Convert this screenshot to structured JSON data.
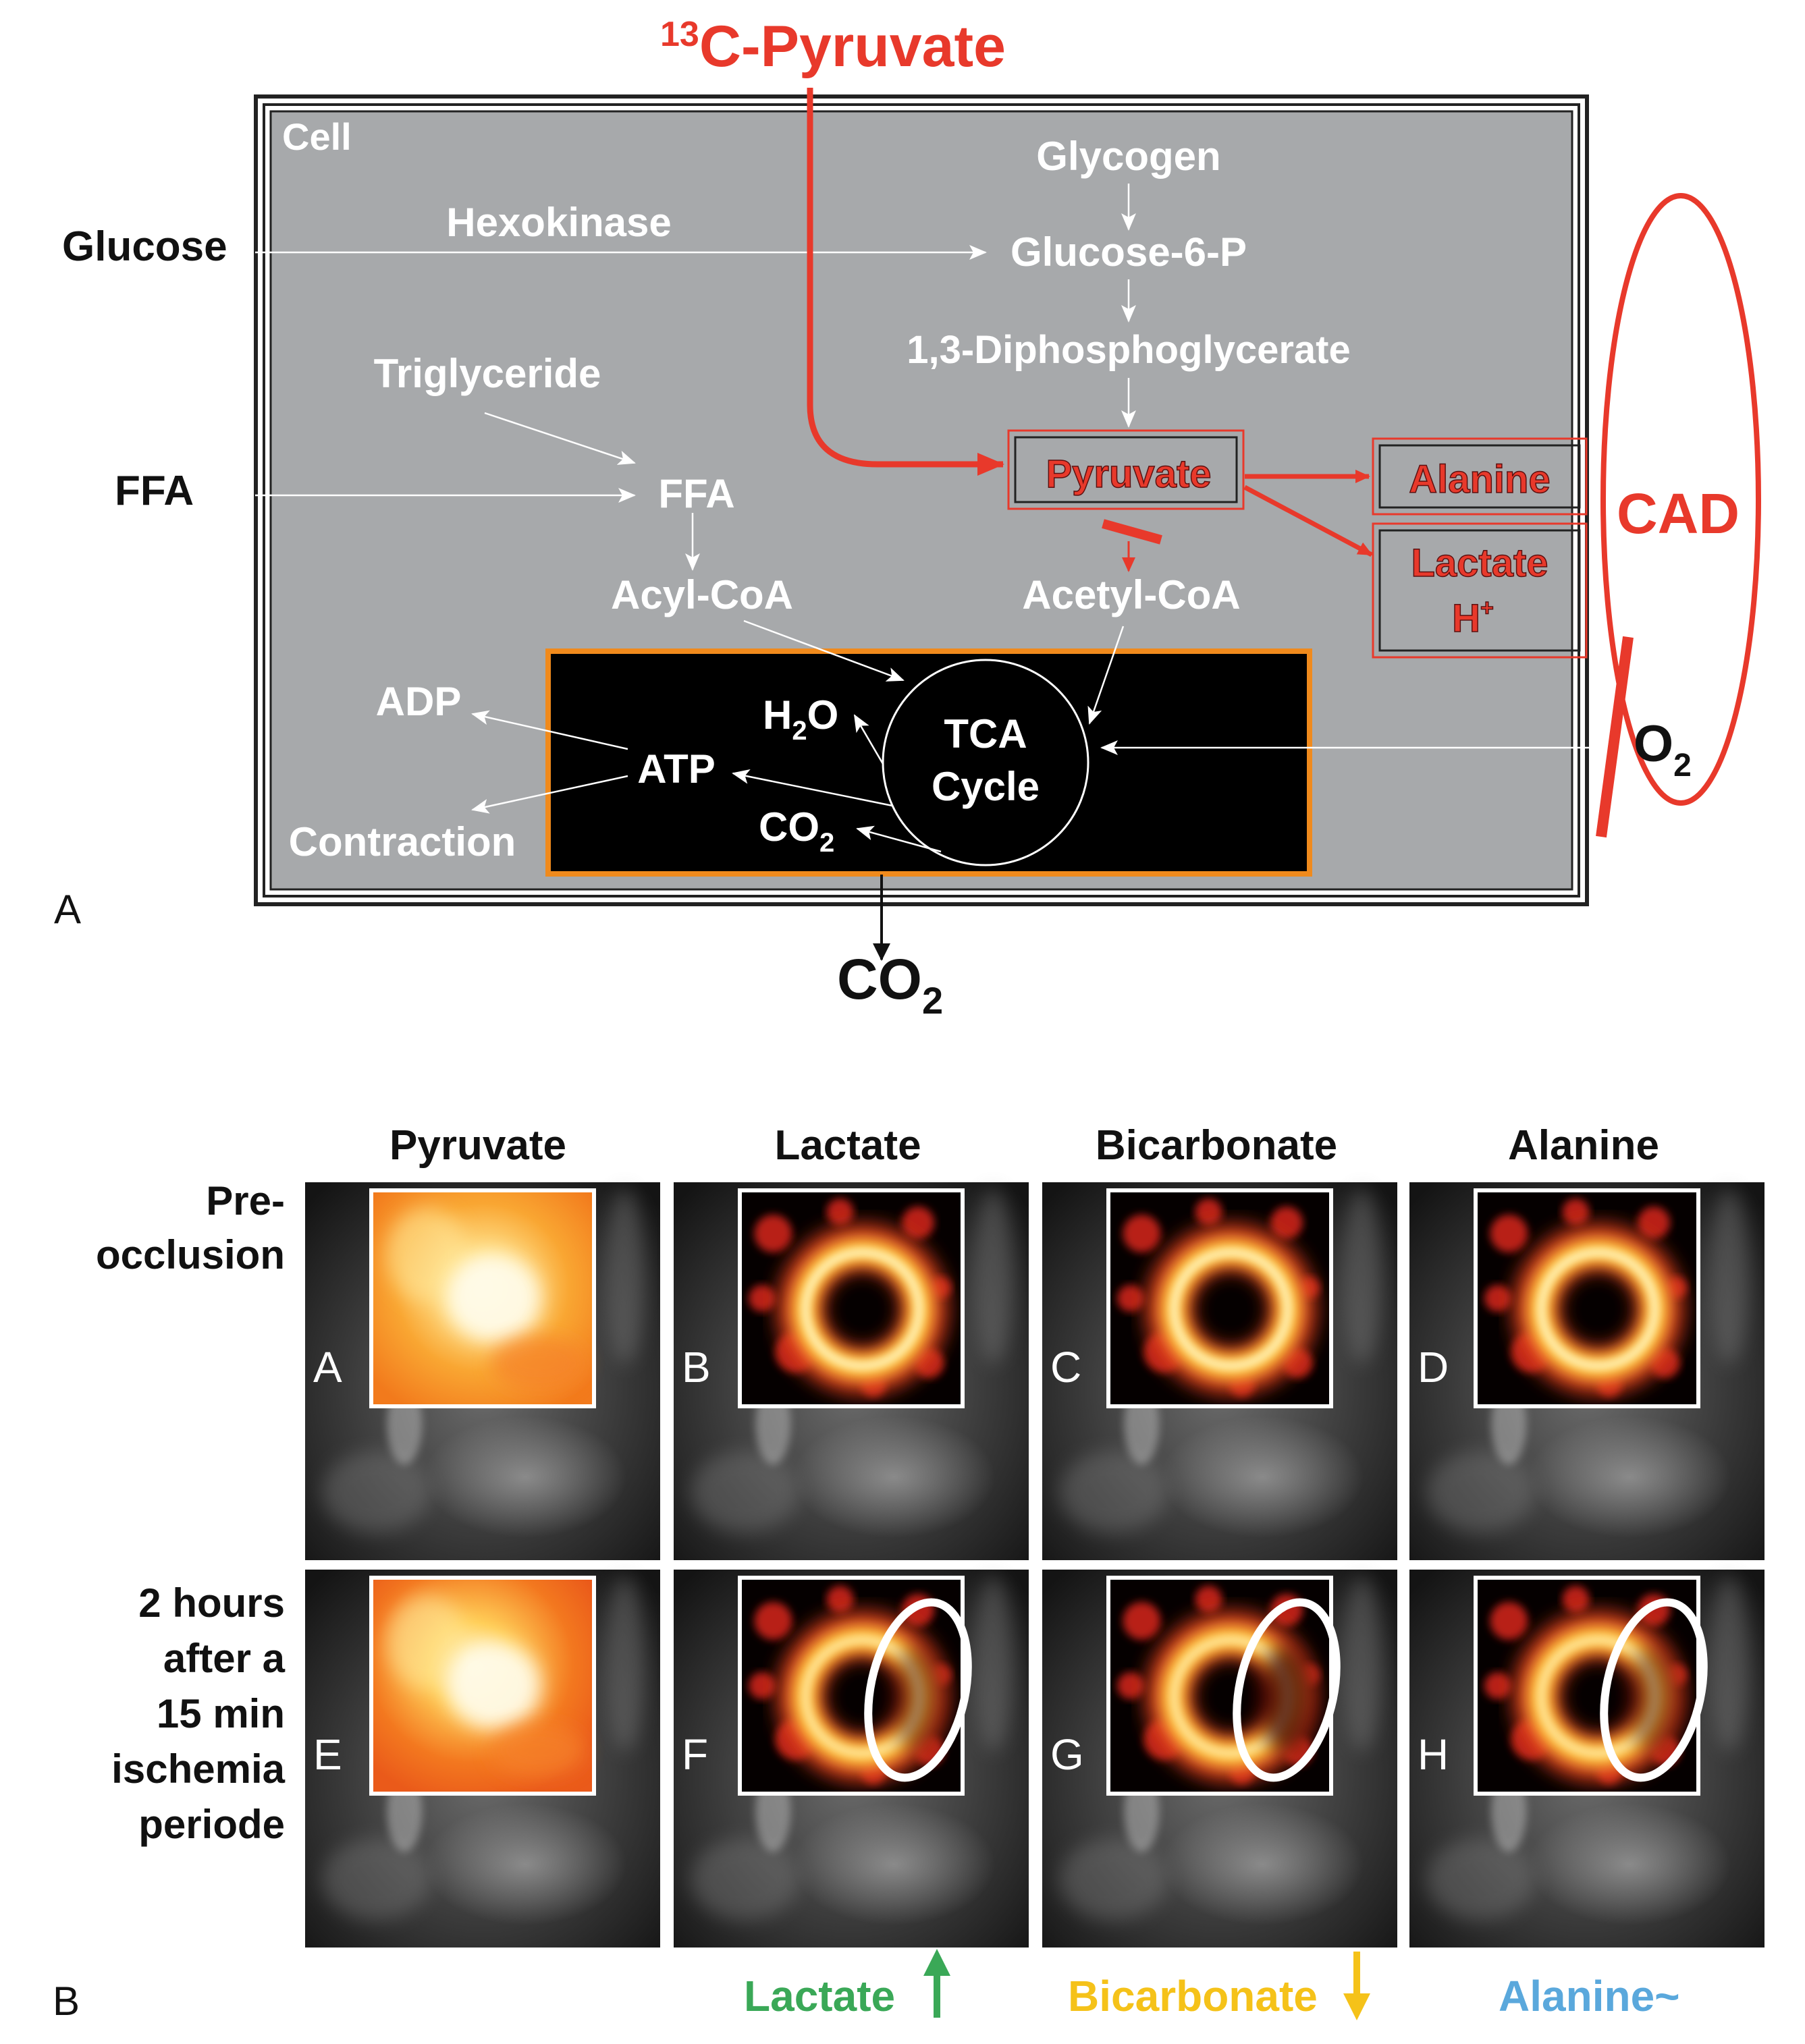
{
  "part_a": {
    "panel_letter": "A",
    "inlet": {
      "superscript": "13",
      "label": "C-Pyruvate"
    },
    "cell_label": "Cell",
    "glucose": "Glucose",
    "hexokinase": "Hexokinase",
    "ffa_outside": "FFA",
    "triglyceride": "Triglyceride",
    "ffa_inside": "FFA",
    "acyl_coa": "Acyl-CoA",
    "glycogen": "Glycogen",
    "glucose_6_p": "Glucose-6-P",
    "diphosphoglycerate": "1,3-Diphosphoglycerate",
    "pyruvate": "Pyruvate",
    "alanine": "Alanine",
    "lactate": "Lactate",
    "h_plus": "H",
    "h_plus_sup": "+",
    "acetyl_coa": "Acetyl-CoA",
    "cad": "CAD",
    "o2": "O",
    "o2_sub": "2",
    "tca_line1": "TCA",
    "tca_line2": "Cycle",
    "h2o_h": "H",
    "h2o_sub": "2",
    "h2o_o": "O",
    "atp": "ATP",
    "adp": "ADP",
    "contraction": "Contraction",
    "co2_inner": "CO",
    "co2_inner_sub": "2",
    "co2_outer": "CO",
    "co2_outer_sub": "2",
    "colors": {
      "red": "#e8392b",
      "cell_gray": "#a7a9ab",
      "orange_border": "#f08a1c",
      "white": "#ffffff"
    }
  },
  "part_b": {
    "panel_letter": "B",
    "columns": [
      "Pyruvate",
      "Lactate",
      "Bicarbonate",
      "Alanine"
    ],
    "row1_label": [
      "Pre-",
      "occlusion"
    ],
    "row2_label": [
      "2 hours",
      "after a",
      "15 min",
      "ischemia",
      "periode"
    ],
    "tags_row1": [
      "A",
      "B",
      "C",
      "D"
    ],
    "tags_row2": [
      "E",
      "F",
      "G",
      "H"
    ],
    "legend": [
      {
        "text": "Lactate",
        "arrow": "up",
        "color": "#3aa857"
      },
      {
        "text": "Bicarbonate",
        "arrow": "down",
        "color": "#f5c219"
      },
      {
        "text": "Alanine~",
        "arrow": "none",
        "color": "#5aa8dc"
      }
    ]
  }
}
